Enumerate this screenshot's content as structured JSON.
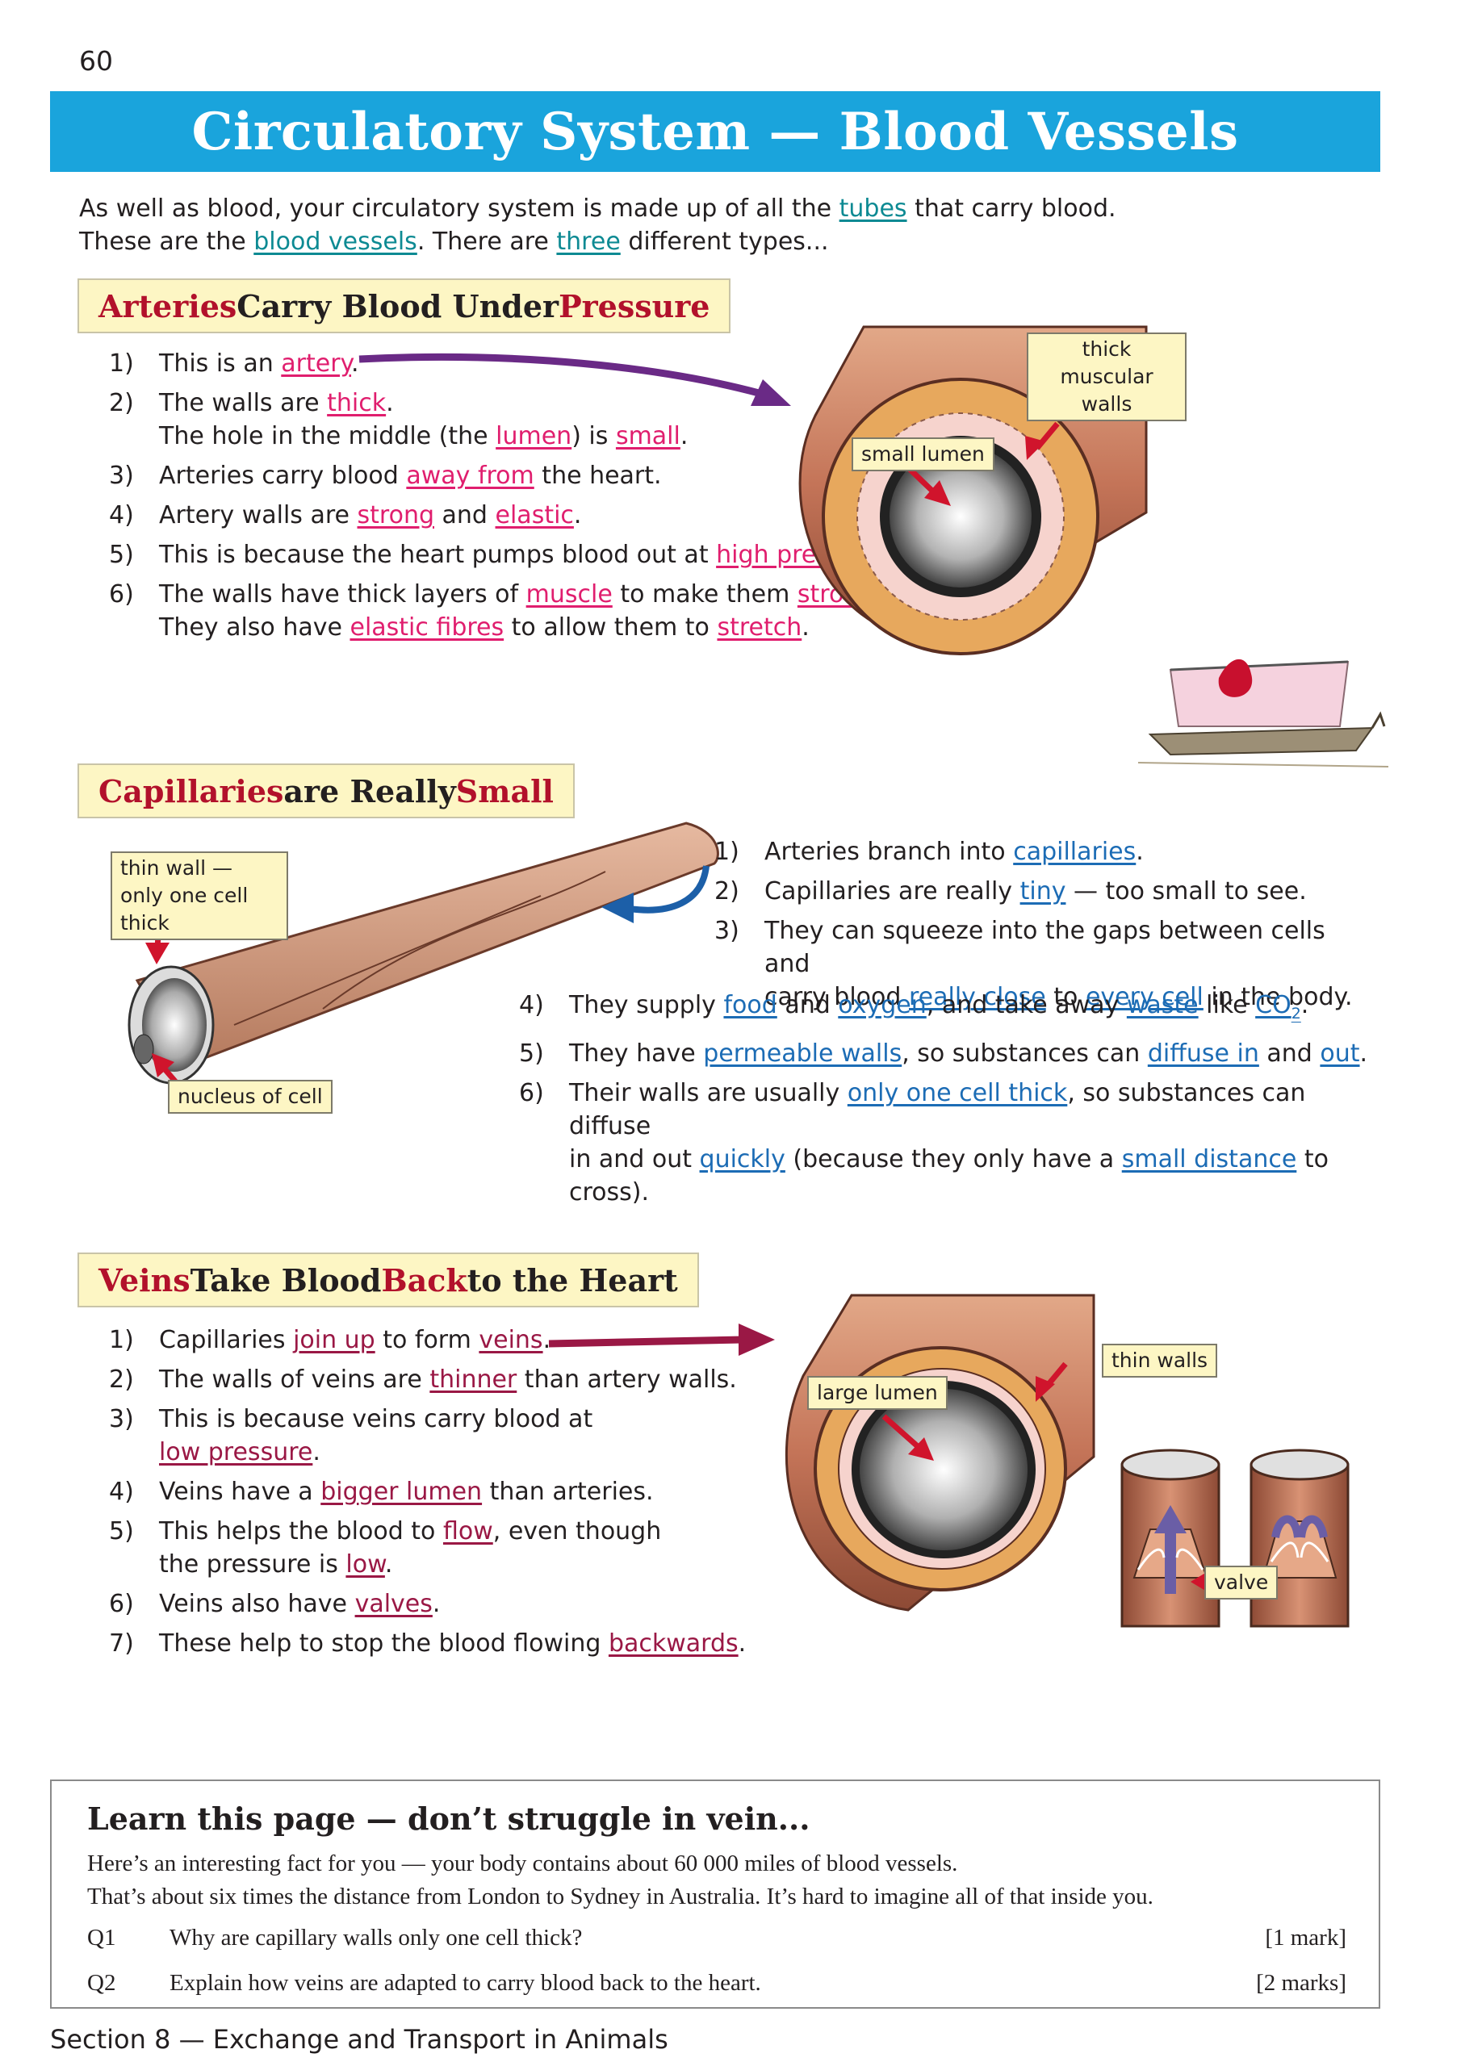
{
  "page_number": "60",
  "title": "Circulatory System — Blood Vessels",
  "intro": {
    "line1": [
      "As well as blood, your circulatory system is made up of all the ",
      "tubes",
      " that carry blood."
    ],
    "line2": [
      "These are the ",
      "blood vessels",
      ".  There are ",
      "three",
      " different types..."
    ]
  },
  "arteries": {
    "heading": [
      "Arteries",
      " Carry Blood Under ",
      "Pressure"
    ],
    "items": [
      {
        "num": "1)",
        "parts": [
          "This is an ",
          "artery",
          "."
        ]
      },
      {
        "num": "2)",
        "parts": [
          "The walls are ",
          "thick",
          ".",
          "The hole in the middle (the ",
          "lumen",
          ") is ",
          "small",
          "."
        ]
      },
      {
        "num": "3)",
        "parts": [
          "Arteries carry blood ",
          "away from",
          " the heart."
        ]
      },
      {
        "num": "4)",
        "parts": [
          "Artery walls are ",
          "strong",
          " and ",
          "elastic",
          "."
        ]
      },
      {
        "num": "5)",
        "parts": [
          "This is because the heart pumps blood out at ",
          "high pressure",
          "."
        ]
      },
      {
        "num": "6)",
        "parts": [
          "The walls have thick layers of ",
          "muscle",
          " to make them ",
          "strong",
          ".",
          "They also have ",
          "elastic fibres",
          " to allow them to ",
          "stretch",
          "."
        ]
      }
    ],
    "labels": {
      "walls": "thick muscular walls",
      "lumen": "small lumen"
    }
  },
  "capillaries": {
    "heading": [
      "Capillaries",
      " are Really ",
      "Small"
    ],
    "items": [
      {
        "num": "1)",
        "parts": [
          "Arteries branch into ",
          "capillaries",
          "."
        ]
      },
      {
        "num": "2)",
        "parts": [
          "Capillaries are really ",
          "tiny",
          " — too small to see."
        ]
      },
      {
        "num": "3)",
        "parts": [
          "They can squeeze into the gaps between cells and",
          "carry blood ",
          "really close",
          " to ",
          "every cell",
          " in the body."
        ]
      },
      {
        "num": "4)",
        "parts": [
          "They supply ",
          "food",
          " and ",
          "oxygen",
          ", and take away ",
          "waste",
          " like ",
          "CO",
          "2",
          "."
        ]
      },
      {
        "num": "5)",
        "parts": [
          "They have ",
          "permeable walls",
          ", so substances can ",
          "diffuse in",
          " and ",
          "out",
          "."
        ]
      },
      {
        "num": "6)",
        "parts": [
          "Their walls are usually ",
          "only one cell thick",
          ", so substances can diffuse",
          "in and out ",
          "quickly",
          " (because they only have a ",
          "small distance",
          " to cross)."
        ]
      }
    ],
    "labels": {
      "wall": "thin wall — only one cell thick",
      "nucleus": "nucleus of cell"
    }
  },
  "veins": {
    "heading": [
      "Veins",
      " Take Blood ",
      "Back",
      " to the Heart"
    ],
    "items": [
      {
        "num": "1)",
        "parts": [
          "Capillaries ",
          "join up",
          " to form ",
          "veins",
          "."
        ]
      },
      {
        "num": "2)",
        "parts": [
          "The walls of veins are ",
          "thinner",
          " than artery walls."
        ]
      },
      {
        "num": "3)",
        "parts": [
          "This is because veins carry blood at",
          "low pressure",
          "."
        ]
      },
      {
        "num": "4)",
        "parts": [
          "Veins have a ",
          "bigger lumen",
          " than arteries."
        ]
      },
      {
        "num": "5)",
        "parts": [
          "This helps the blood to ",
          "flow",
          ", even though",
          "the pressure is ",
          "low",
          "."
        ]
      },
      {
        "num": "6)",
        "parts": [
          "Veins also have ",
          "valves",
          "."
        ]
      },
      {
        "num": "7)",
        "parts": [
          "These help to stop the blood flowing ",
          "backwards",
          "."
        ]
      }
    ],
    "labels": {
      "walls": "thin walls",
      "lumen": "large lumen",
      "valve": "valve"
    }
  },
  "learn": {
    "title": "Learn this page — don’t struggle in vein...",
    "line1": "Here’s an interesting fact for you — your body contains about 60 000 miles of blood vessels.",
    "line2": "That’s about six times the distance from London to Sydney in Australia.  It’s hard to imagine all of that inside you.",
    "questions": [
      {
        "num": "Q1",
        "text": "Why are capillary walls only one cell thick?",
        "marks": "[1 mark]"
      },
      {
        "num": "Q2",
        "text": "Explain how veins are adapted to carry blood back to the heart.",
        "marks": "[2 marks]"
      }
    ]
  },
  "footer": "Section 8 — Exchange and Transport in Animals",
  "colors": {
    "banner": "#1aa4dc",
    "heading_red": "#b2112b",
    "pink": "#e01e6e",
    "blue": "#1c6cb5",
    "maroon": "#9a1845",
    "teal": "#0d8a93",
    "vessel": "#c87a5c"
  }
}
